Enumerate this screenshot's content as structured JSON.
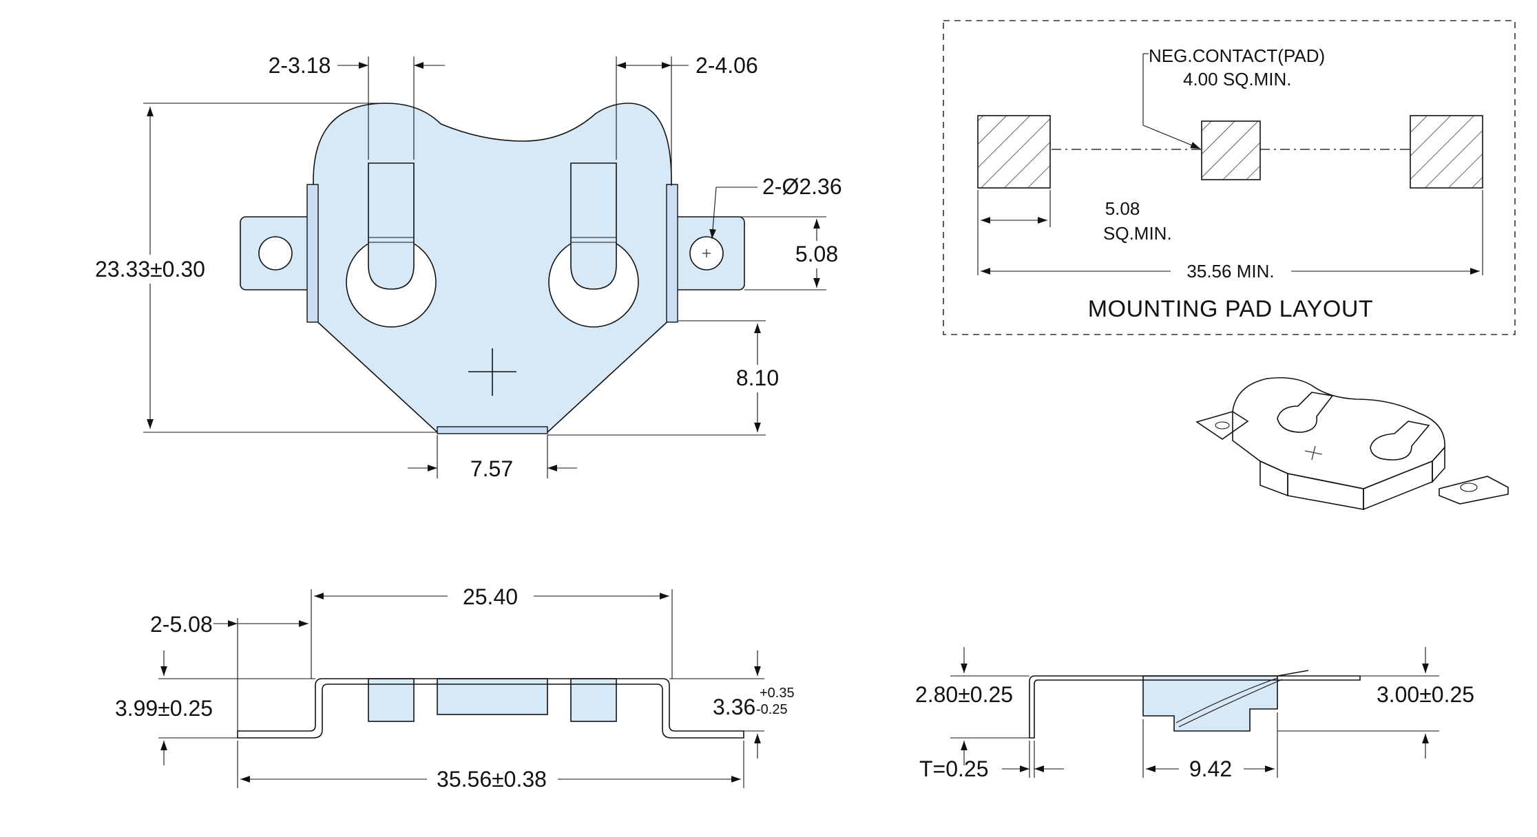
{
  "top_view": {
    "dim_slot_width": "2-3.18",
    "dim_slot_width2": "2-4.06",
    "dim_hole": "2-Ø2.36",
    "dim_height": "23.33±0.30",
    "dim_hole_pitch": "5.08",
    "dim_lower": "8.10",
    "dim_bottom_tab": "7.57"
  },
  "pad_layout": {
    "note_line1": "NEG.CONTACT(PAD)",
    "note_line2": "4.00 SQ.MIN.",
    "dim_pad_line1": "5.08",
    "dim_pad_line2": "SQ.MIN.",
    "dim_span": "35.56 MIN.",
    "title": "MOUNTING PAD LAYOUT"
  },
  "front_view": {
    "dim_top": "25.40",
    "dim_tab": "2-5.08",
    "dim_left_height": "3.99±0.25",
    "dim_right_height": "3.36",
    "dim_right_tol_plus": "+0.35",
    "dim_right_tol_minus": "-0.25",
    "dim_overall": "35.56±0.38"
  },
  "side_view": {
    "dim_left_height": "2.80±0.25",
    "dim_right_height": "3.00±0.25",
    "dim_thickness": "T=0.25",
    "dim_bottom": "9.42"
  },
  "colors": {
    "part_fill": "#d7e8f7",
    "line": "#111111"
  }
}
